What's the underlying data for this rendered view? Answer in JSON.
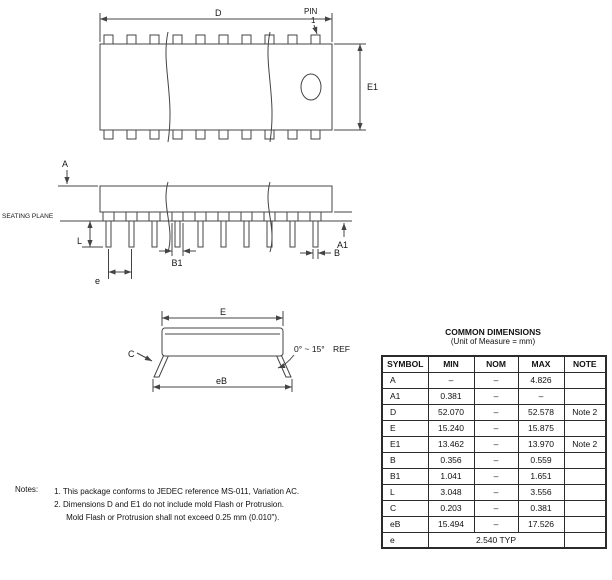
{
  "drawing": {
    "top_view": {
      "dim_d": "D",
      "pin_label": "PIN",
      "pin_number": "1",
      "dim_e1": "E1"
    },
    "side_view": {
      "dim_a": "A",
      "seating_plane": "SEATING PLANE",
      "dim_a1": "A1",
      "dim_l": "L",
      "dim_b1": "B1",
      "dim_b": "B",
      "dim_e_pitch": "e"
    },
    "end_view": {
      "dim_e": "E",
      "dim_c": "C",
      "angle": "0° ~ 15°",
      "angle_ref": "REF",
      "dim_eb": "eB"
    }
  },
  "dimensions_table": {
    "title": "COMMON DIMENSIONS",
    "subtitle": "(Unit of Measure = mm)",
    "headers": [
      "SYMBOL",
      "MIN",
      "NOM",
      "MAX",
      "NOTE"
    ],
    "rows": [
      {
        "symbol": "A",
        "min": "–",
        "nom": "–",
        "max": "4.826",
        "note": ""
      },
      {
        "symbol": "A1",
        "min": "0.381",
        "nom": "–",
        "max": "–",
        "note": ""
      },
      {
        "symbol": "D",
        "min": "52.070",
        "nom": "–",
        "max": "52.578",
        "note": "Note 2"
      },
      {
        "symbol": "E",
        "min": "15.240",
        "nom": "–",
        "max": "15.875",
        "note": ""
      },
      {
        "symbol": "E1",
        "min": "13.462",
        "nom": "–",
        "max": "13.970",
        "note": "Note 2"
      },
      {
        "symbol": "B",
        "min": "0.356",
        "nom": "–",
        "max": "0.559",
        "note": ""
      },
      {
        "symbol": "B1",
        "min": "1.041",
        "nom": "–",
        "max": "1.651",
        "note": ""
      },
      {
        "symbol": "L",
        "min": "3.048",
        "nom": "–",
        "max": "3.556",
        "note": ""
      },
      {
        "symbol": "C",
        "min": "0.203",
        "nom": "–",
        "max": "0.381",
        "note": ""
      },
      {
        "symbol": "eB",
        "min": "15.494",
        "nom": "–",
        "max": "17.526",
        "note": ""
      },
      {
        "symbol": "e",
        "span": "2.540 TYP",
        "note": ""
      }
    ]
  },
  "notes": {
    "label": "Notes:",
    "items": [
      "1. This package conforms to JEDEC reference MS-011, Variation AC.",
      "2. Dimensions D and E1 do not include mold Flash or Protrusion.",
      "Mold Flash or Protrusion shall not exceed 0.25 mm (0.010\")."
    ]
  }
}
